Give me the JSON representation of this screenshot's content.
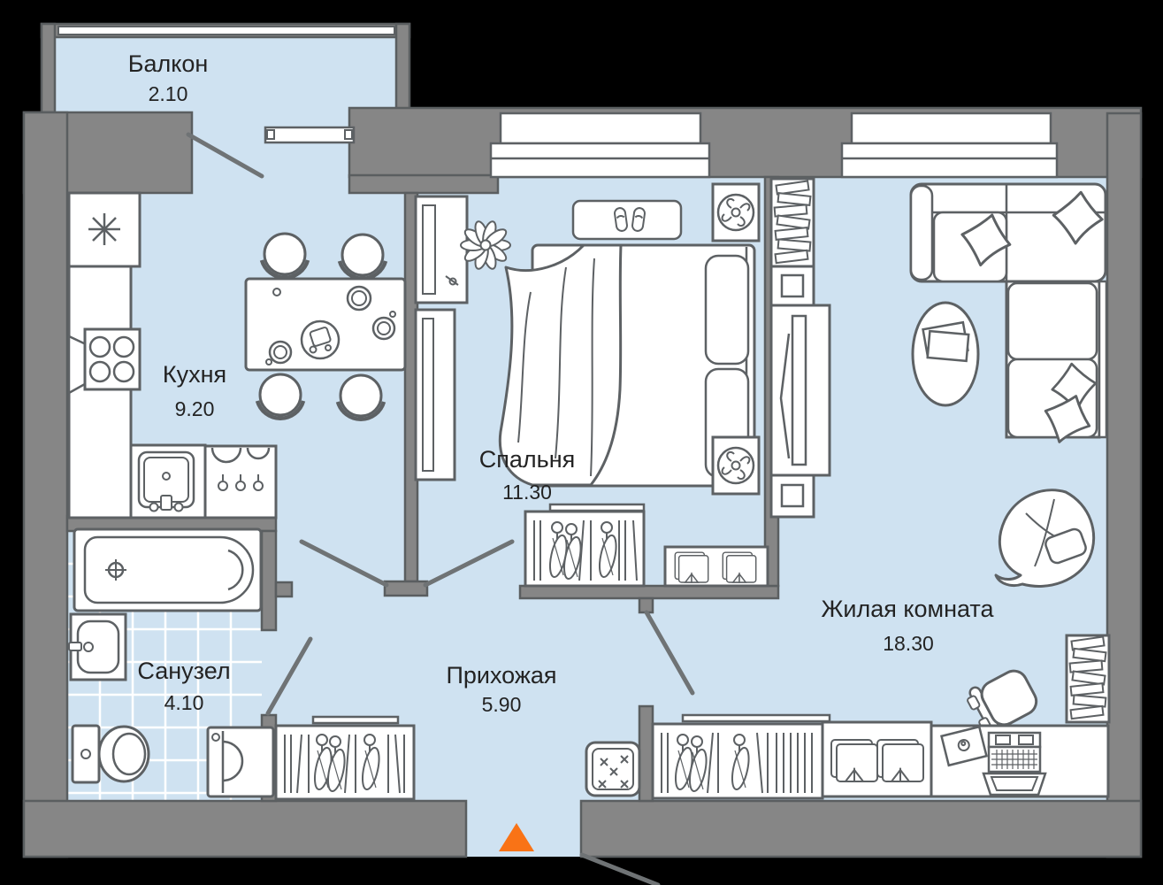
{
  "meta": {
    "type": "apartment-floor-plan",
    "language": "ru"
  },
  "palette": {
    "background": "#000000",
    "wall": "#868686",
    "wall_outline": "#5a5e60",
    "floor": "#cfe2f1",
    "tile_line": "#ffffff",
    "furniture_fill": "#ffffff",
    "furniture_outline": "#5d6164",
    "label_color": "#232323",
    "door_line": "#6f7375",
    "entrance_arrow": "#f97316"
  },
  "rooms": {
    "balcony": {
      "name": "Балкон",
      "area": "2.10"
    },
    "kitchen": {
      "name": "Кухня",
      "area": "9.20"
    },
    "bedroom": {
      "name": "Спальня",
      "area": "11.30"
    },
    "living_room": {
      "name": "Жилая комната",
      "area": "18.30"
    },
    "hallway": {
      "name": "Прихожая",
      "area": "5.90"
    },
    "bathroom": {
      "name": "Санузел",
      "area": "4.10"
    }
  },
  "entrance": {
    "marker": "orange-triangle-up"
  }
}
